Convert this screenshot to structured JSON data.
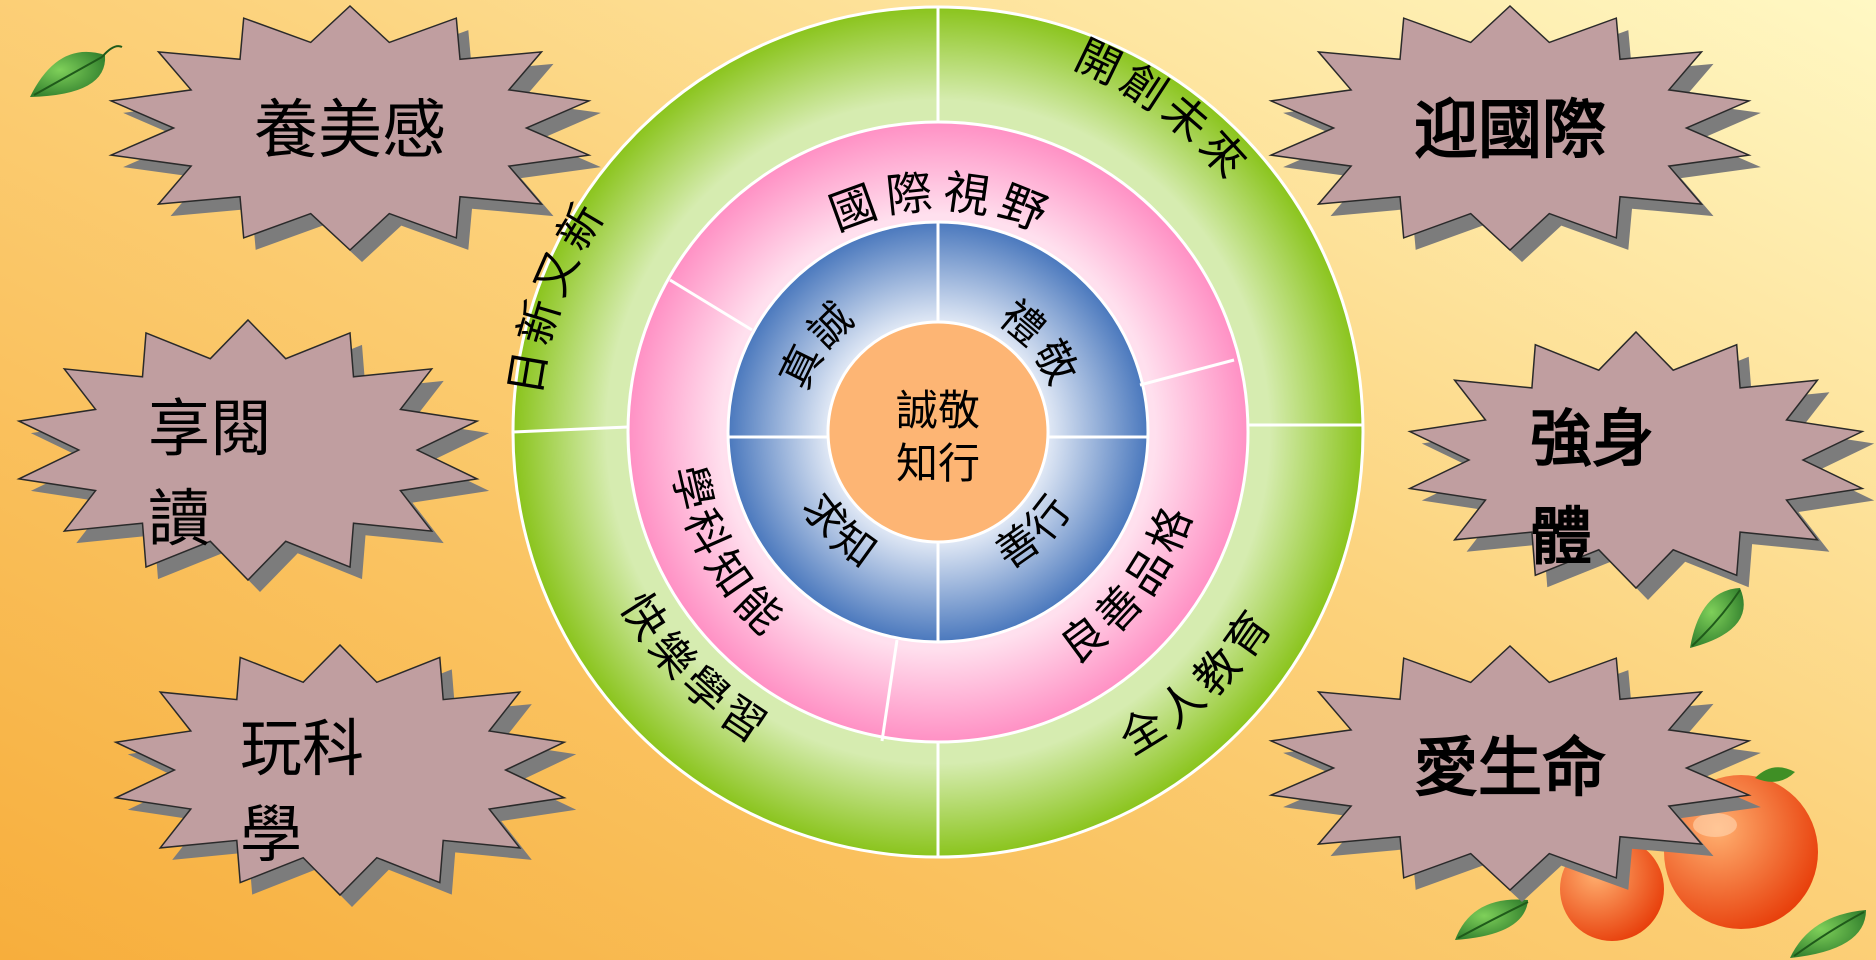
{
  "center": {
    "line1": "誠敬",
    "line2": "知行"
  },
  "inner_ring": [
    {
      "id": "zhencheng",
      "text": "真誠"
    },
    {
      "id": "lijing",
      "text": "禮敬"
    },
    {
      "id": "shanxing",
      "text": "善行"
    },
    {
      "id": "qiuzhi",
      "text": "求知"
    }
  ],
  "middle_ring": [
    {
      "id": "international-vision",
      "text": "國際視野"
    },
    {
      "id": "good-character",
      "text": "良善品格"
    },
    {
      "id": "subject-knowledge",
      "text": "學科知能"
    }
  ],
  "outer_ring": [
    {
      "id": "renew",
      "text": "日新又新"
    },
    {
      "id": "pioneer",
      "text": "開創未來"
    },
    {
      "id": "whole-person",
      "text": "全人教育"
    },
    {
      "id": "happy-learning",
      "text": "快樂學習"
    }
  ],
  "bursts": {
    "aesthetics": {
      "text": "養美感"
    },
    "reading": {
      "line1": "享閱",
      "line2": "讀"
    },
    "science": {
      "line1": "玩科",
      "line2": "學"
    },
    "international": {
      "text": "迎國際"
    },
    "fitness": {
      "line1": "強身",
      "line2": "體"
    },
    "life": {
      "text": "愛生命"
    }
  },
  "colors": {
    "background_left": "#f9b94a",
    "background_right": "#fff5b8",
    "outer_ring": "#8cc420",
    "middle_ring": "#ff99c8",
    "inner_ring": "#4f7dc0",
    "center": "#fdb574",
    "burst_fill": "#c09ea0",
    "burst_shadow": "#7a7a7a"
  }
}
